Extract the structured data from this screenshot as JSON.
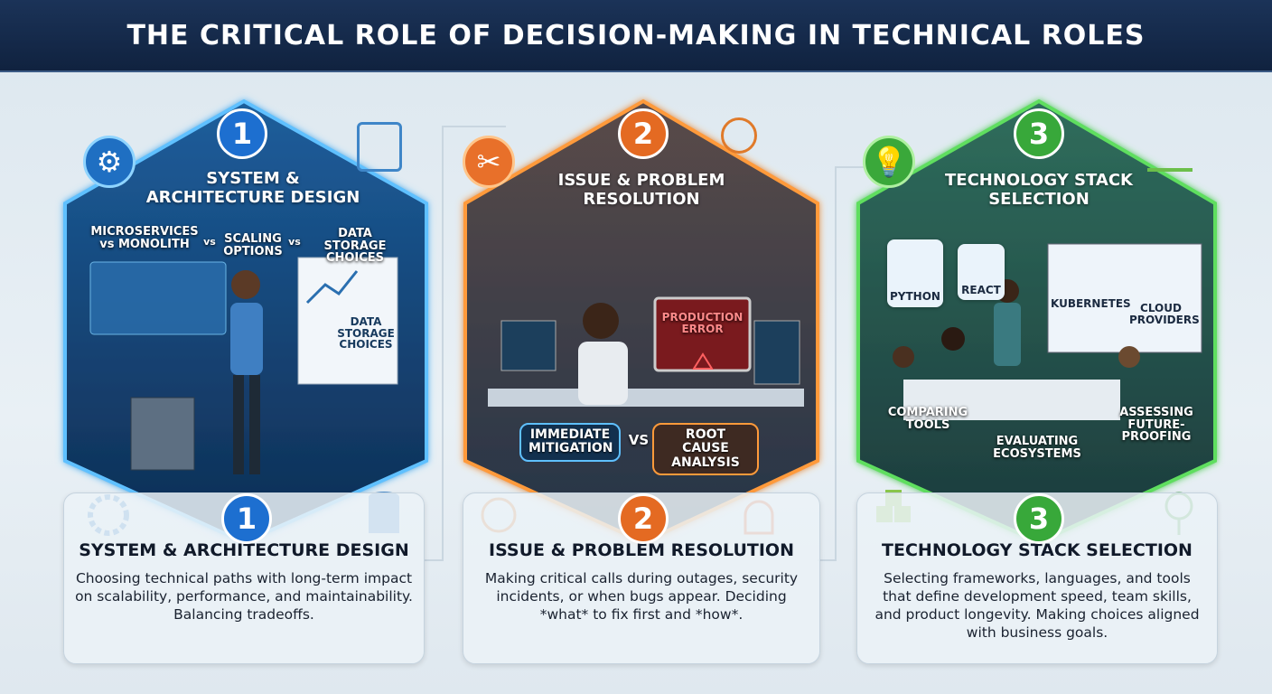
{
  "title": "THE CRITICAL ROLE OF DECISION-MAKING IN TECHNICAL ROLES",
  "colors": {
    "title_bg": "#14284a",
    "blue": "#2f8fe0",
    "orange": "#f08a2c",
    "green": "#4cc54c"
  },
  "panels": [
    {
      "number": "1",
      "icon": "gear-icon",
      "side_icon": "server-database-icon",
      "heading": "SYSTEM & ARCHITECTURE DESIGN",
      "options": [
        "MICROSERVICES vs MONOLITH",
        "vs",
        "SCALING OPTIONS",
        "vs",
        "DATA STORAGE CHOICES"
      ],
      "whiteboard_label": "DATA STORAGE CHOICES",
      "card_title": "SYSTEM & ARCHITECTURE DESIGN",
      "card_text": "Choosing technical paths with long-term impact on scalability, performance, and maintainability. Balancing tradeoffs."
    },
    {
      "number": "2",
      "icon": "wrench-screwdriver-icon",
      "side_icon": "clock-alarm-icon",
      "heading": "ISSUE & PROBLEM RESOLUTION",
      "screen_label": "PRODUCTION ERROR",
      "option_a": "IMMEDIATE MITIGATION",
      "vs": "VS",
      "option_b": "ROOT CAUSE ANALYSIS",
      "card_title": "ISSUE & PROBLEM RESOLUTION",
      "card_text": "Making critical calls during outages, security incidents, or when bugs appear. Deciding *what* to fix first and *how*."
    },
    {
      "number": "3",
      "icon": "lightbulb-icon",
      "side_icon": "blocks-trees-icon",
      "heading": "TECHNOLOGY STACK SELECTION",
      "tools": [
        "PYTHON",
        "REACT",
        "KUBERNETES",
        "CLOUD PROVIDERS"
      ],
      "steps": [
        "COMPARING TOOLS",
        "EVALUATING ECOSYSTEMS",
        "ASSESSING FUTURE-PROOFING"
      ],
      "card_title": "TECHNOLOGY STACK SELECTION",
      "card_text": "Selecting frameworks, languages, and tools that define development speed, team skills, and product longevity. Making choices aligned with business goals."
    }
  ]
}
